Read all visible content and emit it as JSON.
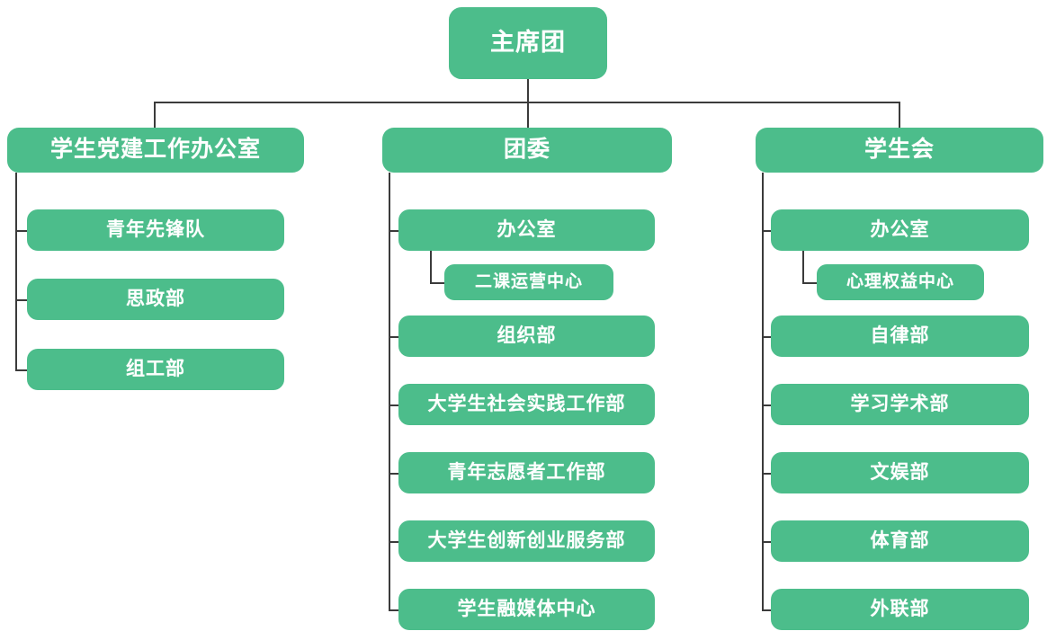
{
  "chart_title": "",
  "theme": {
    "node_fill": "#4CBD8B",
    "node_text": "#ffffff",
    "connector": "#3b3b3b",
    "background": "#ffffff"
  },
  "org": {
    "root": {
      "label": "主席团"
    },
    "branches": [
      {
        "label": "学生党建工作办公室",
        "children": [
          {
            "label": "青年先锋队",
            "children": []
          },
          {
            "label": "思政部",
            "children": []
          },
          {
            "label": "组工部",
            "children": []
          }
        ]
      },
      {
        "label": "团委",
        "children": [
          {
            "label": "办公室",
            "children": [
              {
                "label": "二课运营中心"
              }
            ]
          },
          {
            "label": "组织部",
            "children": []
          },
          {
            "label": "大学生社会实践工作部",
            "children": []
          },
          {
            "label": "青年志愿者工作部",
            "children": []
          },
          {
            "label": "大学生创新创业服务部",
            "children": []
          },
          {
            "label": "学生融媒体中心",
            "children": []
          }
        ]
      },
      {
        "label": "学生会",
        "children": [
          {
            "label": "办公室",
            "children": [
              {
                "label": "心理权益中心"
              }
            ]
          },
          {
            "label": "自律部",
            "children": []
          },
          {
            "label": "学习学术部",
            "children": []
          },
          {
            "label": "文娱部",
            "children": []
          },
          {
            "label": "体育部",
            "children": []
          },
          {
            "label": "外联部",
            "children": []
          }
        ]
      }
    ]
  }
}
